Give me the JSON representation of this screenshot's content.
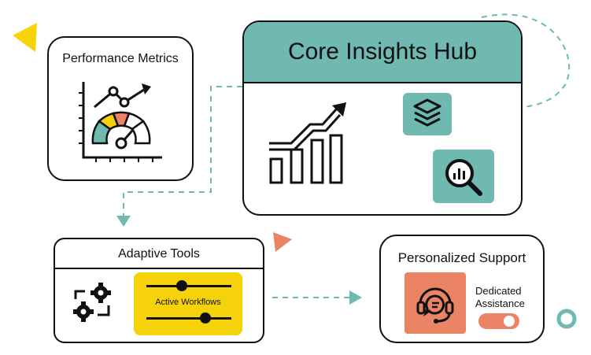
{
  "performance_card": {
    "title": "Performance Metrics",
    "icon": "performance-gauge-icon"
  },
  "hub_card": {
    "title": "Core Insights Hub",
    "header_color": "#6fb9b1",
    "icons": [
      "growth-bar-chart-icon",
      "layers-icon",
      "data-search-icon"
    ]
  },
  "adaptive_card": {
    "title": "Adaptive Tools",
    "icon": "gears-sync-icon",
    "panel_label": "Active Workflows",
    "panel_color": "#f5d20a"
  },
  "support_card": {
    "title": "Personalized Support",
    "icon": "headset-support-icon",
    "label_line1": "Dedicated",
    "label_line2": "Assistance",
    "accent_color": "#ea8465"
  },
  "colors": {
    "teal": "#6fb9b1",
    "yellow": "#f5d20a",
    "coral": "#ea8465",
    "dark": "#111111"
  }
}
